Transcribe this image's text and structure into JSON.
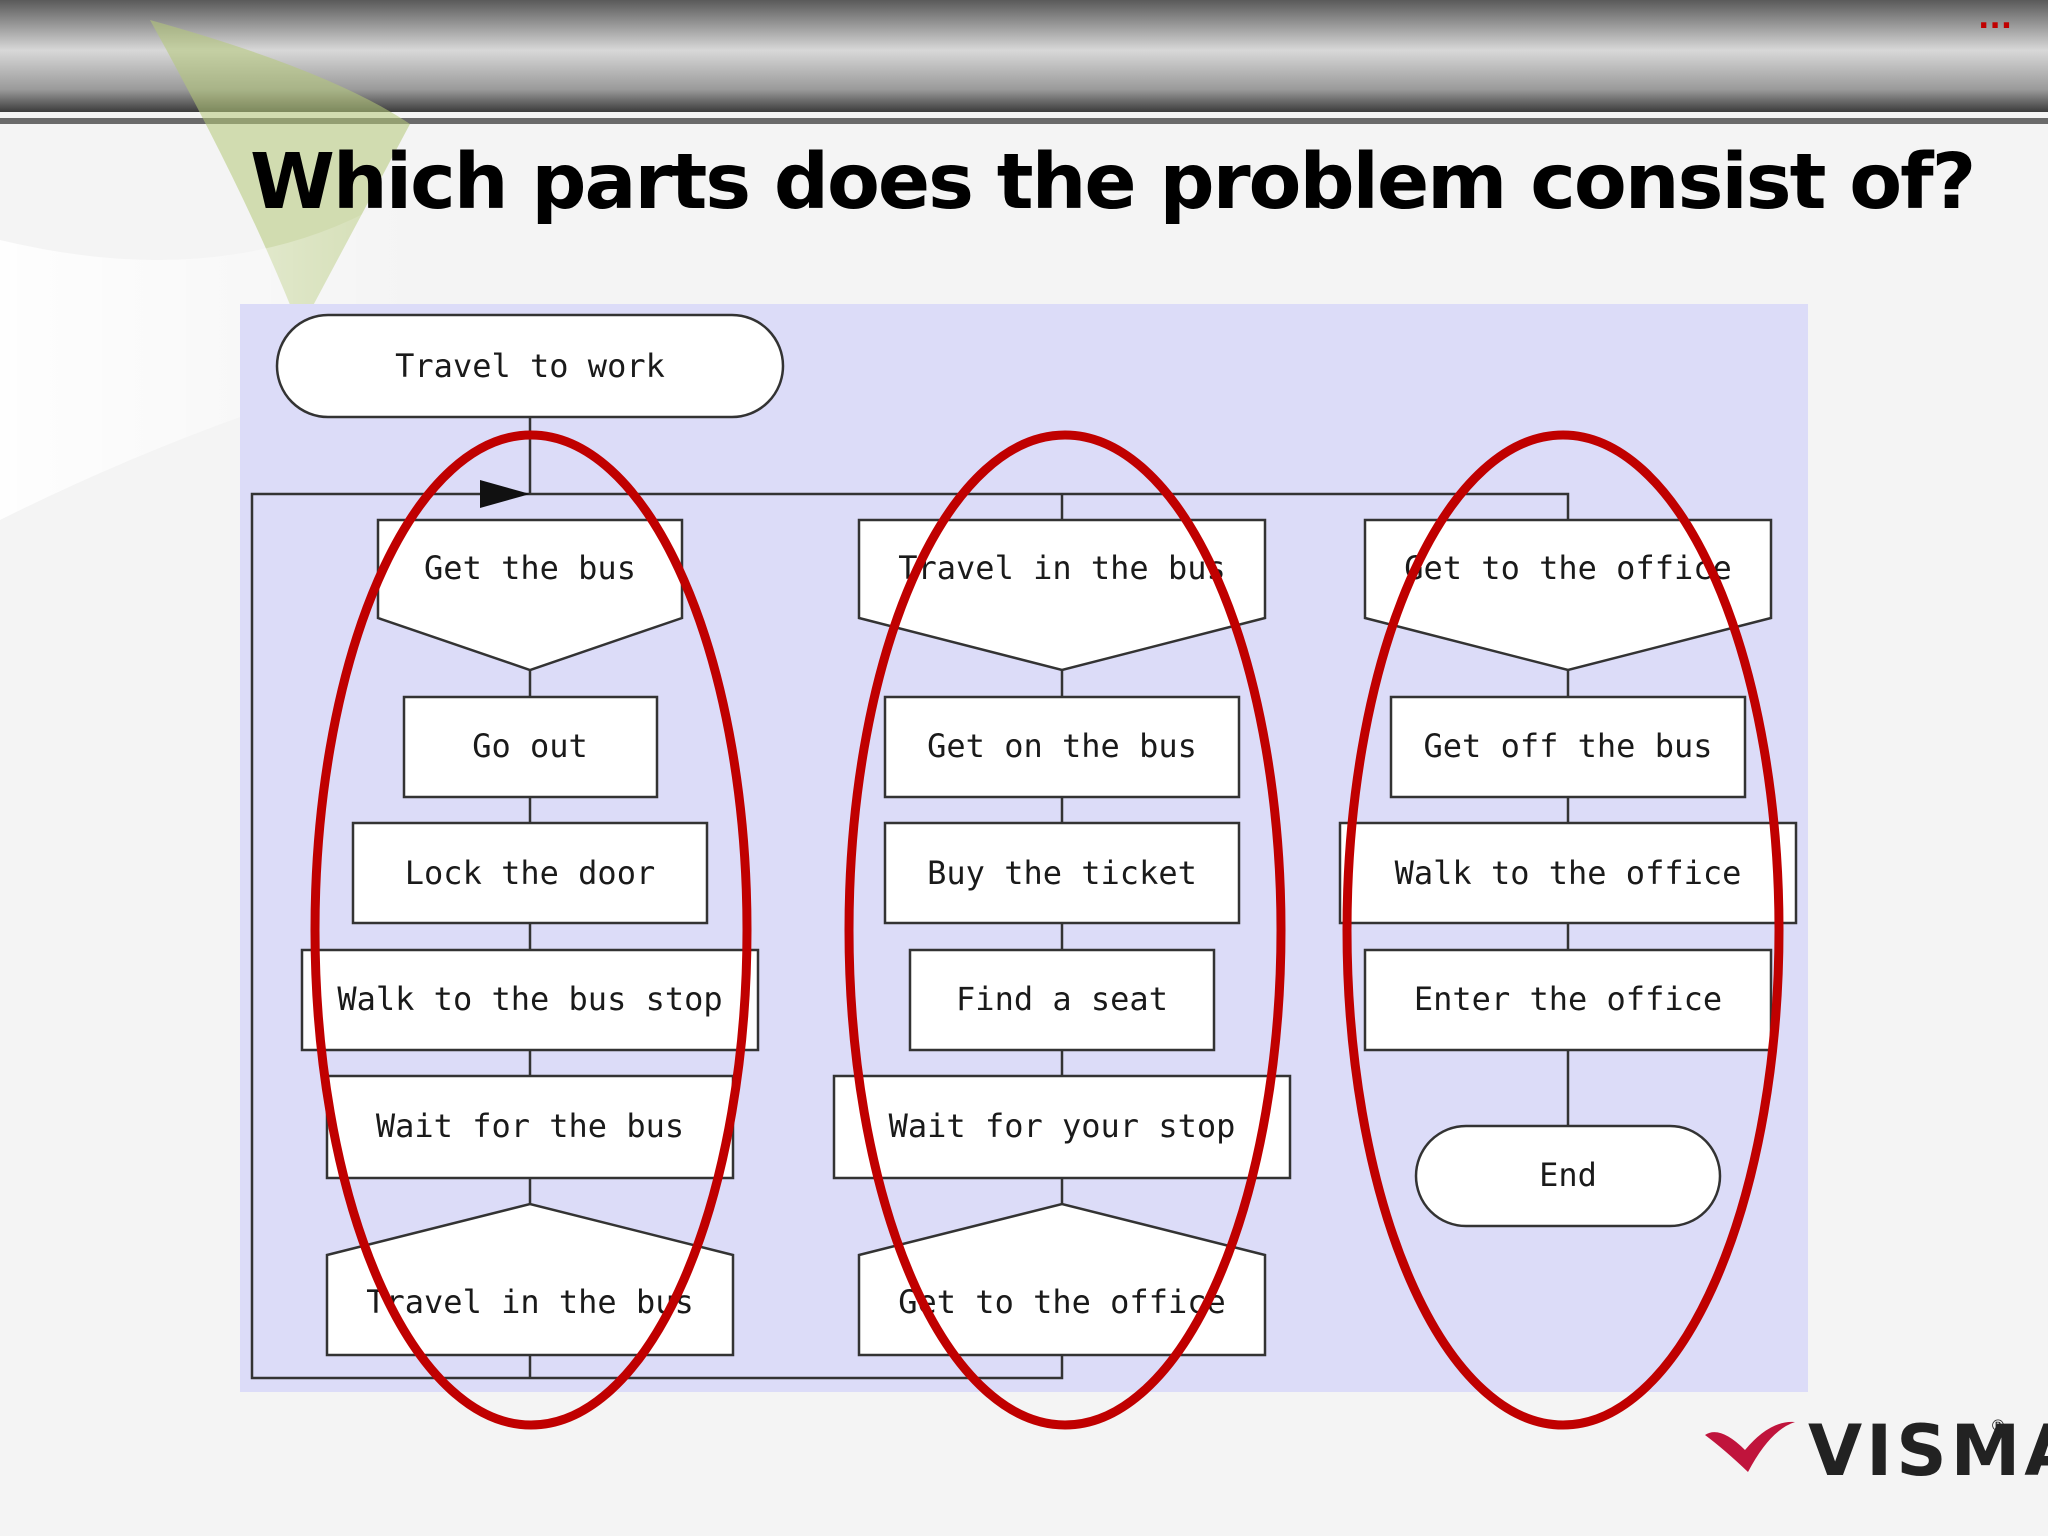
{
  "slide": {
    "title": "Which parts does the problem consist of?",
    "dots": "...",
    "logo_text": "VISMA",
    "logo_reg": "®"
  },
  "colors": {
    "flowchart_bg": "#dcdcf8",
    "highlight_ellipse": "#c00000",
    "logo_red": "#c0143c"
  },
  "flowchart": {
    "start": "Travel to work",
    "end": "End",
    "columns": [
      {
        "header": "Get the bus",
        "steps": [
          "Go out",
          "Lock the door",
          "Walk to the bus stop",
          "Wait for the bus"
        ],
        "footer": "Travel in the bus"
      },
      {
        "header": "Travel in the bus",
        "steps": [
          "Get on the bus",
          "Buy the ticket",
          "Find a seat",
          "Wait for your stop"
        ],
        "footer": "Get to the office"
      },
      {
        "header": "Get to the office",
        "steps": [
          "Get off the bus",
          "Walk to the office",
          "Enter the office"
        ]
      }
    ]
  }
}
